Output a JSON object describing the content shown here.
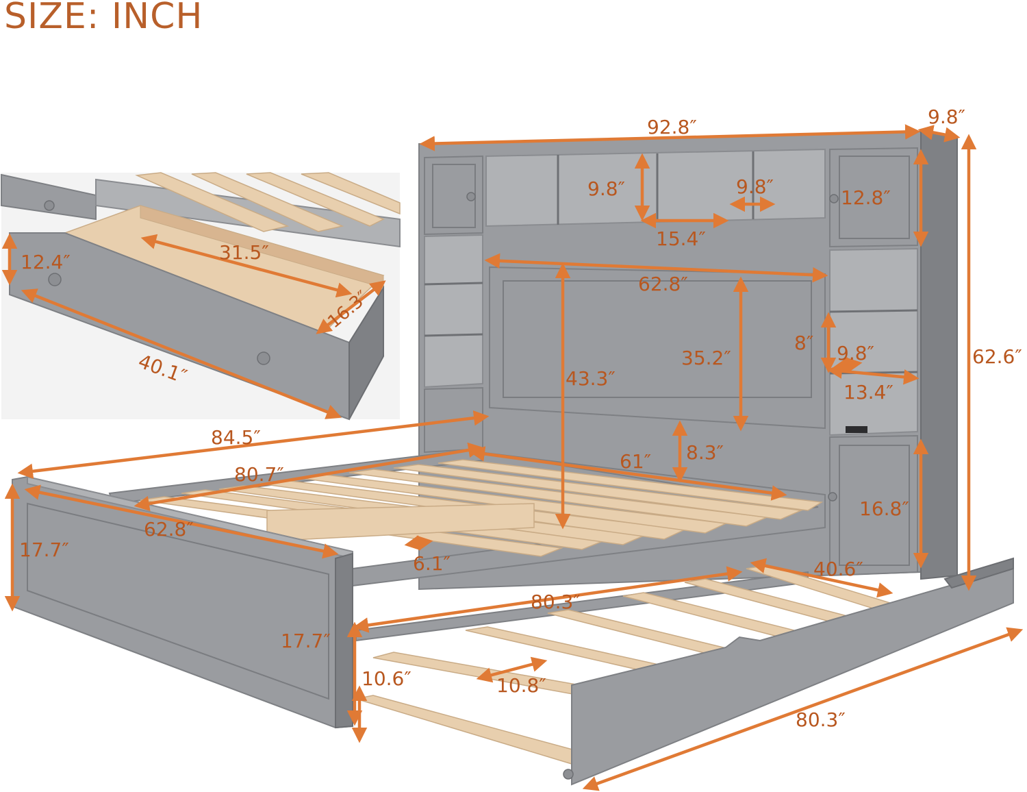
{
  "title": "SIZE: INCH",
  "dims": {
    "overall_width": "92.8″",
    "depth": "9.8″",
    "overall_height": "62.6″",
    "cubby_height": "9.8″",
    "cubby_depth": "9.8″",
    "cubby_width": "15.4″",
    "cabinet_height": "12.8″",
    "headboard_width": "62.8″",
    "headboard_panel_height": "35.2″",
    "headboard_height": "43.3″",
    "shelf_height": "8″",
    "shelf_depth": "9.8″",
    "shelf_width": "13.4″",
    "clearance": "8.3″",
    "inner_width": "61″",
    "lower_cabinet_height": "16.8″",
    "overall_length": "84.5″",
    "inner_length": "80.7″",
    "footboard_width": "62.8″",
    "footboard_height": "17.7″",
    "slat_gap": "6.1″",
    "trundle_inner_length": "80.3″",
    "trundle_inner_width": "40.6″",
    "trundle_height": "17.7″",
    "trundle_rail_height": "10.6″",
    "trundle_slat_gap": "10.8″",
    "trundle_length": "80.3″",
    "drawer_inner_length": "31.5″",
    "drawer_inner_width": "16.3″",
    "drawer_height": "12.4″",
    "drawer_length": "40.1″"
  },
  "colors": {
    "dimension_arrow": "#e07a35",
    "dimension_text": "#b8571f",
    "frame_gray": "#9a9ca0",
    "slat_wood": "#e8cfae"
  }
}
